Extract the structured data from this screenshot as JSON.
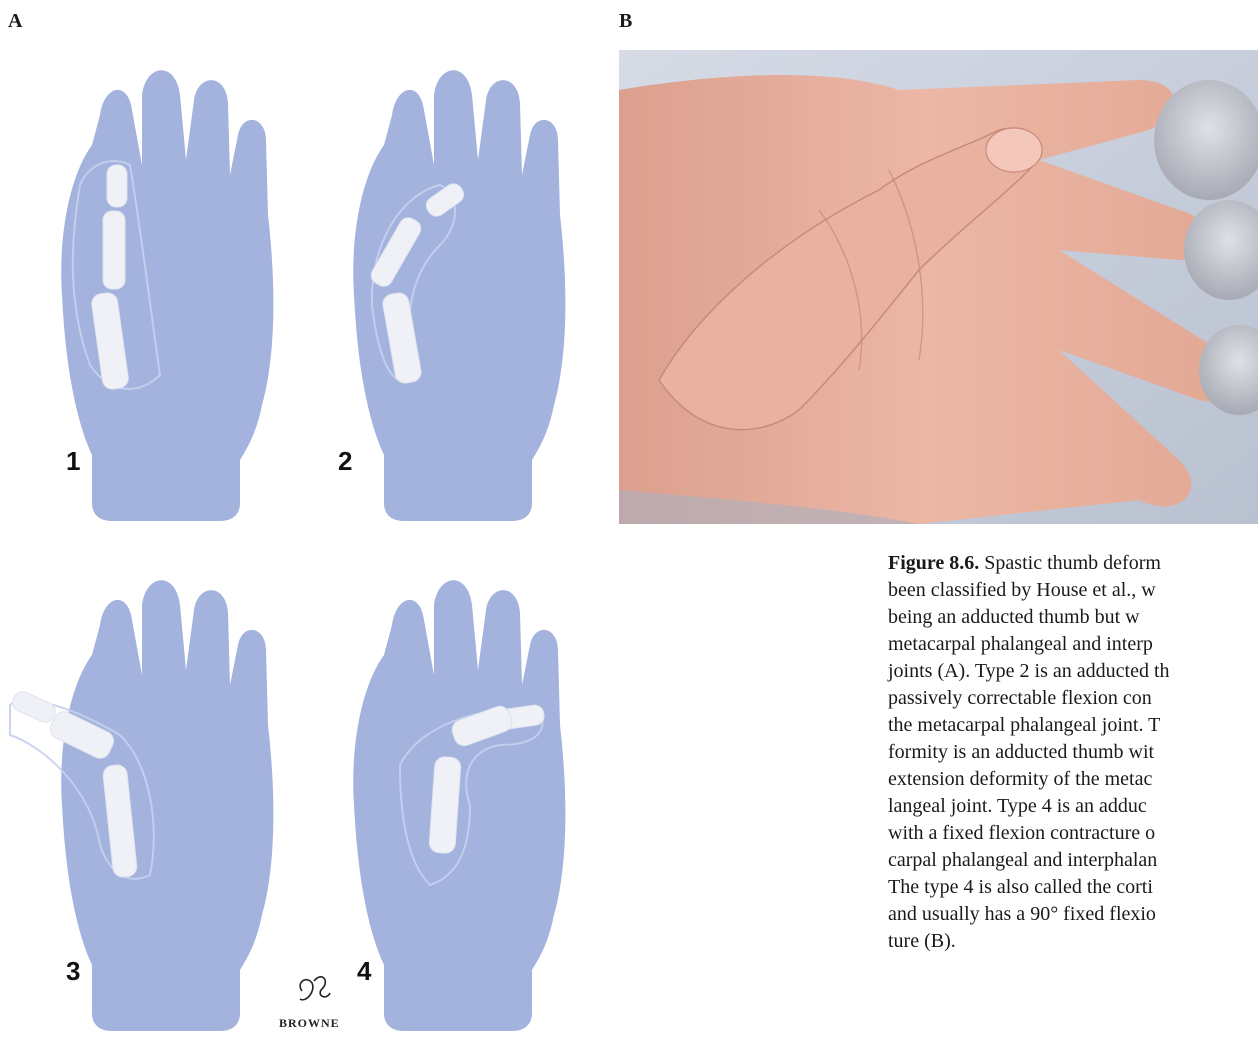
{
  "panels": {
    "a_label": "A",
    "b_label": "B"
  },
  "illustration": {
    "type_labels": [
      "1",
      "2",
      "3",
      "4"
    ],
    "signature": "BROWNE"
  },
  "caption": {
    "figure_label": "Figure 8.6.",
    "lines": [
      " Spastic thumb deform",
      "been classified by House et al., w",
      "being an adducted thumb but w",
      "metacarpal phalangeal and interp",
      "joints (A). Type 2 is an adducted th",
      "passively correctable flexion con",
      "the metacarpal phalangeal joint. T",
      "formity is an adducted thumb wit",
      "extension deformity of the metac",
      "langeal joint. Type 4 is an adduc",
      "with a fixed flexion contracture o",
      "carpal phalangeal and interphalan",
      "The type 4 is also called the corti",
      "and usually has a 90° fixed flexio",
      "ture (B)."
    ]
  },
  "colors": {
    "hand_fill": "#a3b3dd",
    "bone_fill": "#f0f1f6",
    "skin": "#e7b09c",
    "background_cloth": "#c8cfdc"
  }
}
